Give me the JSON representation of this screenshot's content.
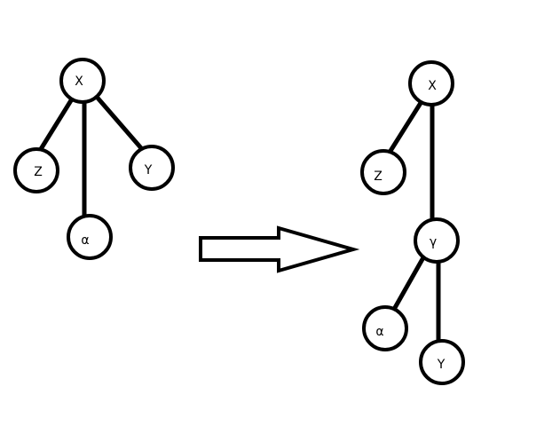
{
  "left_tree": {
    "nodes": {
      "root": {
        "label": "X"
      },
      "z": {
        "label": "Z"
      },
      "alpha": {
        "label": "α"
      },
      "y": {
        "label": "Y"
      }
    }
  },
  "right_tree": {
    "nodes": {
      "root": {
        "label": "X"
      },
      "z": {
        "label": "Z"
      },
      "gamma": {
        "label": "γ"
      },
      "alpha": {
        "label": "α"
      },
      "y": {
        "label": "Y"
      }
    }
  },
  "colors": {
    "stroke": "#000000",
    "background": "#ffffff"
  }
}
